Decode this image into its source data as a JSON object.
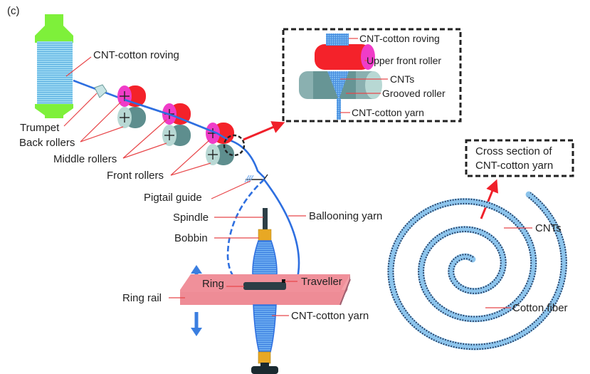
{
  "panel_label": "(c)",
  "colors": {
    "roving_cap": "#7ef03a",
    "roving_body": "#8fd3f0",
    "yarn": "#2e6fe0",
    "upper_roller": "#f4222a",
    "upper_roller_face": "#f03cc8",
    "lower_roller": "#5e8e8e",
    "lower_roller_face": "#b8d8d4",
    "leader_line": "#e8474a",
    "ring_rail": "#f0909a",
    "bobbin": "#e8a824",
    "spindle_dark": "#2c3e46",
    "arrow_red": "#f0202a",
    "cross_section_fill": "#8cc4ec",
    "cnt_dot": "#1c2a4c"
  },
  "labels": {
    "roving": "CNT-cotton roving",
    "trumpet": "Trumpet",
    "back_rollers": "Back rollers",
    "middle_rollers": "Middle rollers",
    "front_rollers": "Front rollers",
    "pigtail_guide": "Pigtail guide",
    "spindle": "Spindle",
    "bobbin": "Bobbin",
    "ballooning_yarn": "Ballooning yarn",
    "ring": "Ring",
    "traveller": "Traveller",
    "ring_rail": "Ring rail",
    "yarn_bottom": "CNT-cotton yarn"
  },
  "inset": {
    "roving": "CNT-cotton roving",
    "upper_front_roller": "Upper front roller",
    "cnts": "CNTs",
    "grooved_roller": "Grooved roller",
    "yarn": "CNT-cotton yarn"
  },
  "cross_section": {
    "title_line1": "Cross section of",
    "title_line2": "CNT-cotton yarn",
    "cnts": "CNTs",
    "cotton_fiber": "Cotton fiber"
  }
}
